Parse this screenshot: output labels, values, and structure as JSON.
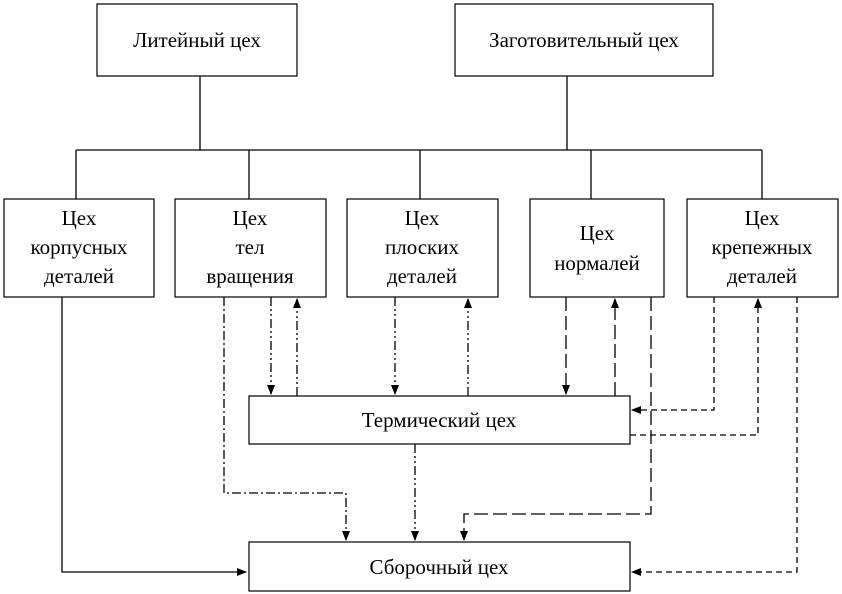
{
  "diagram": {
    "type": "production-flow",
    "nodes": {
      "foundry": {
        "label": "Литейный цех"
      },
      "blank": {
        "label": "Заготовительный цех"
      },
      "body": {
        "lines": [
          "Цех",
          "корпусных",
          "деталей"
        ]
      },
      "rotation": {
        "lines": [
          "Цех",
          "тел",
          "вращения"
        ]
      },
      "flat": {
        "lines": [
          "Цех",
          "плоских",
          "деталей"
        ]
      },
      "normals": {
        "lines": [
          "Цех",
          "нормалей"
        ]
      },
      "fastener": {
        "lines": [
          "Цех",
          "крепежных",
          "деталей"
        ]
      },
      "thermal": {
        "label": "Термический цех"
      },
      "assembly": {
        "label": "Сборочный цех"
      }
    },
    "edges": [
      {
        "from": "foundry",
        "to": "bus",
        "style": "solid"
      },
      {
        "from": "blank",
        "to": "bus",
        "style": "solid"
      },
      {
        "from": "bus",
        "to": "body",
        "style": "solid"
      },
      {
        "from": "bus",
        "to": "rotation",
        "style": "solid"
      },
      {
        "from": "bus",
        "to": "flat",
        "style": "solid"
      },
      {
        "from": "bus",
        "to": "normals",
        "style": "solid"
      },
      {
        "from": "bus",
        "to": "fastener",
        "style": "solid"
      },
      {
        "from": "body",
        "to": "assembly",
        "style": "solid"
      },
      {
        "from": "rotation",
        "to": "thermal",
        "style": "dash-dot-dot"
      },
      {
        "from": "thermal",
        "to": "rotation",
        "style": "dash-dot-dot"
      },
      {
        "from": "rotation",
        "to": "assembly",
        "style": "dash-dot"
      },
      {
        "from": "flat",
        "to": "thermal",
        "style": "dash-dot-dot"
      },
      {
        "from": "thermal",
        "to": "flat",
        "style": "dash-dot-dot"
      },
      {
        "from": "thermal",
        "to": "assembly",
        "style": "dash-dot-dot"
      },
      {
        "from": "normals",
        "to": "thermal",
        "style": "long-dash"
      },
      {
        "from": "thermal",
        "to": "normals",
        "style": "long-dash"
      },
      {
        "from": "normals",
        "to": "assembly",
        "style": "long-dash"
      },
      {
        "from": "fastener",
        "to": "thermal",
        "style": "short-dash"
      },
      {
        "from": "thermal",
        "to": "fastener",
        "style": "short-dash"
      },
      {
        "from": "fastener",
        "to": "assembly",
        "style": "short-dash"
      }
    ]
  }
}
